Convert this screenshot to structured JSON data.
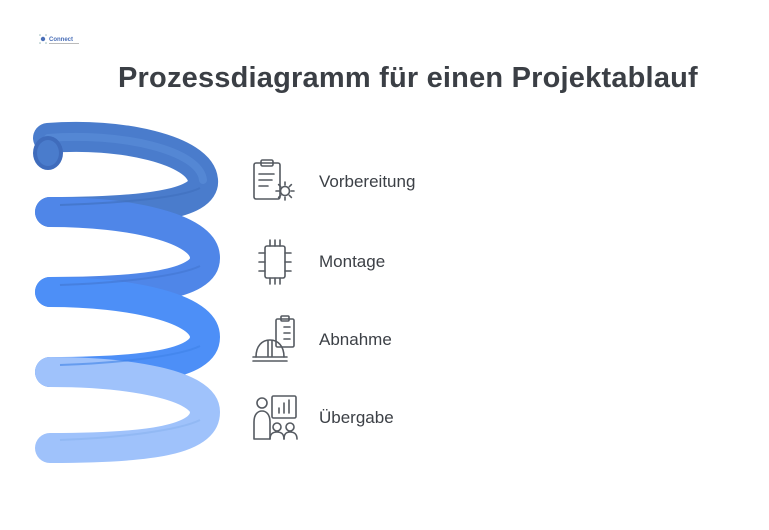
{
  "logo": {
    "text": "Connect",
    "icon": "logo-icon"
  },
  "title": "Prozessdiagramm für einen Projektablauf",
  "steps": [
    {
      "label": "Vorbereitung",
      "icon": "clipboard-gear-icon"
    },
    {
      "label": "Montage",
      "icon": "chip-icon"
    },
    {
      "label": "Abnahme",
      "icon": "hardhat-building-icon"
    },
    {
      "label": "Übergabe",
      "icon": "presentation-people-icon"
    }
  ],
  "colors": {
    "coil_dark": "#4a7ccc",
    "coil_mid": "#4f86e8",
    "coil_bright": "#4d8ff7",
    "coil_light": "#9fc2fb",
    "icon_stroke": "#555a61",
    "title": "#3b3f45"
  }
}
